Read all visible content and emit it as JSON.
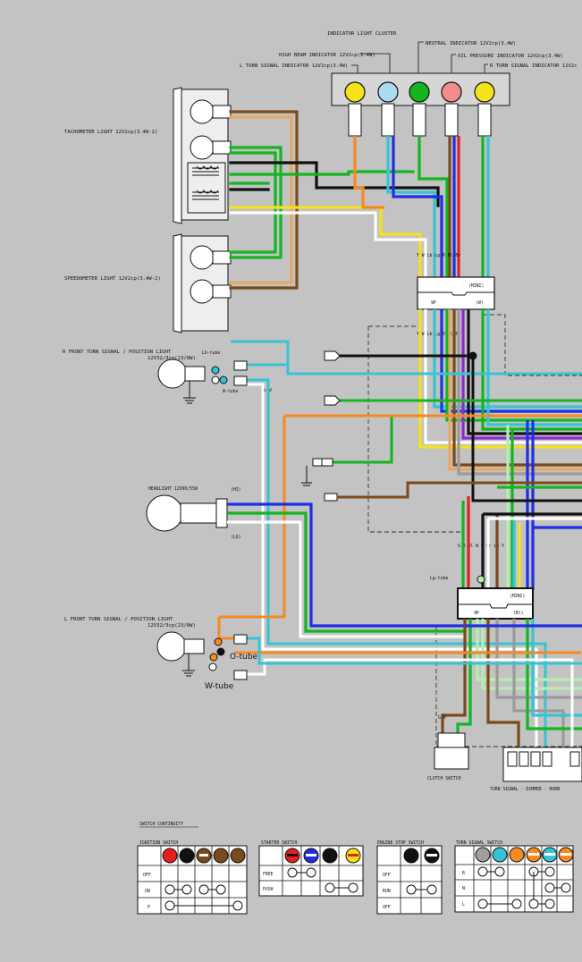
{
  "title": "INDICATOR LIGHT CLUSTER",
  "indicators": {
    "high_beam": "HIGH BEAM INDICATOR 12V2cp(3.4W)",
    "l_turn": "L TURN SIGNAL INDICATOR 12V2cp(3.4W)",
    "neutral": "NEUTRAL INDICATOR 12V2cp(3.4W)",
    "oil": "OIL PRESSURE INDICATOR 12V2cp(3.4W)",
    "r_turn": "R TURN SIGNAL INDICATOR 12V2c"
  },
  "lamps": {
    "tachometer": "TACHOMETER LIGHT 12V2cp(3.4W-2)",
    "speedometer": "SPEEDOMETER LIGHT 12V2cp(3.4W-2)",
    "r_front_1": "R FRONT TURN SIGNAL / POSITION LIGHT",
    "r_front_2": "12V32/3cp(23/8W)",
    "headlight": "HEADLIGHT 12V60/55W",
    "hi": "(HI)",
    "lo": "(LO)",
    "l_front_1": "L FRONT TURN SIGNAL / POSITION LIGHT",
    "l_front_2": "12V32/3cp(23/8W)"
  },
  "tubes": {
    "lb_tube": "Lb-tube",
    "w_tube_r": "W-tube",
    "lg_tube": "Lg-tube",
    "o_tube": "O-tube",
    "w_tube_l": "W-tube",
    "lb_small": "Lb W"
  },
  "connectors": {
    "mini_label": "(MINI)",
    "upper_9p": "9P",
    "upper_color": "(W)",
    "lower_9p": "9P",
    "lower_color": "(Bl)",
    "upper_wires_top": "Y  W  Lb  Lg  R  Bl  Br",
    "upper_wires_bottom": "Y  W  Lb  Lg  R  Bl  Br",
    "lower_wires": "G  R  Bl  W  G  Br  Lb  Y"
  },
  "switches": {
    "clutch": "CLUTCH SWITCH",
    "turn_dimmer_horn": "TURN SIGNAL · DIMMER · HORN",
    "clutch_wire": "G  R"
  },
  "continuity": {
    "heading": "SWITCH CONTINUITY",
    "ignition": {
      "title": "IGNITION SWITCH",
      "rows": [
        "OFF",
        "ON",
        "P"
      ]
    },
    "starter": {
      "title": "STARTER SWITCH",
      "rows": [
        "FREE",
        "PUSH"
      ]
    },
    "engine_stop": {
      "title": "ENGINE STOP SWITCH",
      "rows": [
        "OFF",
        "RUN",
        "OFF"
      ]
    },
    "turn_signal": {
      "title": "TURN SIGNAL SWITCH",
      "rows": [
        "R",
        "N",
        "L"
      ]
    }
  },
  "colors": {
    "background": "#c3c3c3",
    "yellow": "#f5e21a",
    "light_blue": "#35c4d6",
    "green": "#13b521",
    "pink": "#f28b8b",
    "orange": "#f58a1f",
    "blue": "#1e2ee6",
    "brown": "#7a4a1a",
    "black": "#111111",
    "white": "#ffffff",
    "red": "#e61e1e",
    "light_green": "#b2efb0",
    "grey": "#9a9a9a"
  }
}
